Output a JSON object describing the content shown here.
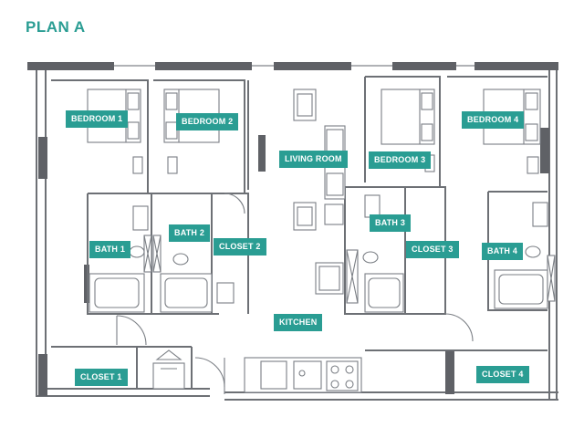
{
  "title": "PLAN A",
  "rooms": {
    "bedroom1": "BEDROOM 1",
    "bedroom2": "BEDROOM 2",
    "living": "LIVING ROOM",
    "bedroom3": "BEDROOM 3",
    "bedroom4": "BEDROOM 4",
    "bath1": "BATH 1",
    "bath2": "BATH 2",
    "closet2": "CLOSET 2",
    "bath3": "BATH 3",
    "closet3": "CLOSET 3",
    "bath4": "BATH 4",
    "kitchen": "KITCHEN",
    "closet1": "CLOSET 1",
    "closet4": "CLOSET 4"
  },
  "colors": {
    "accent": "#2a9d93",
    "wall": "#6d7075",
    "dark_wall": "#5f6166"
  }
}
